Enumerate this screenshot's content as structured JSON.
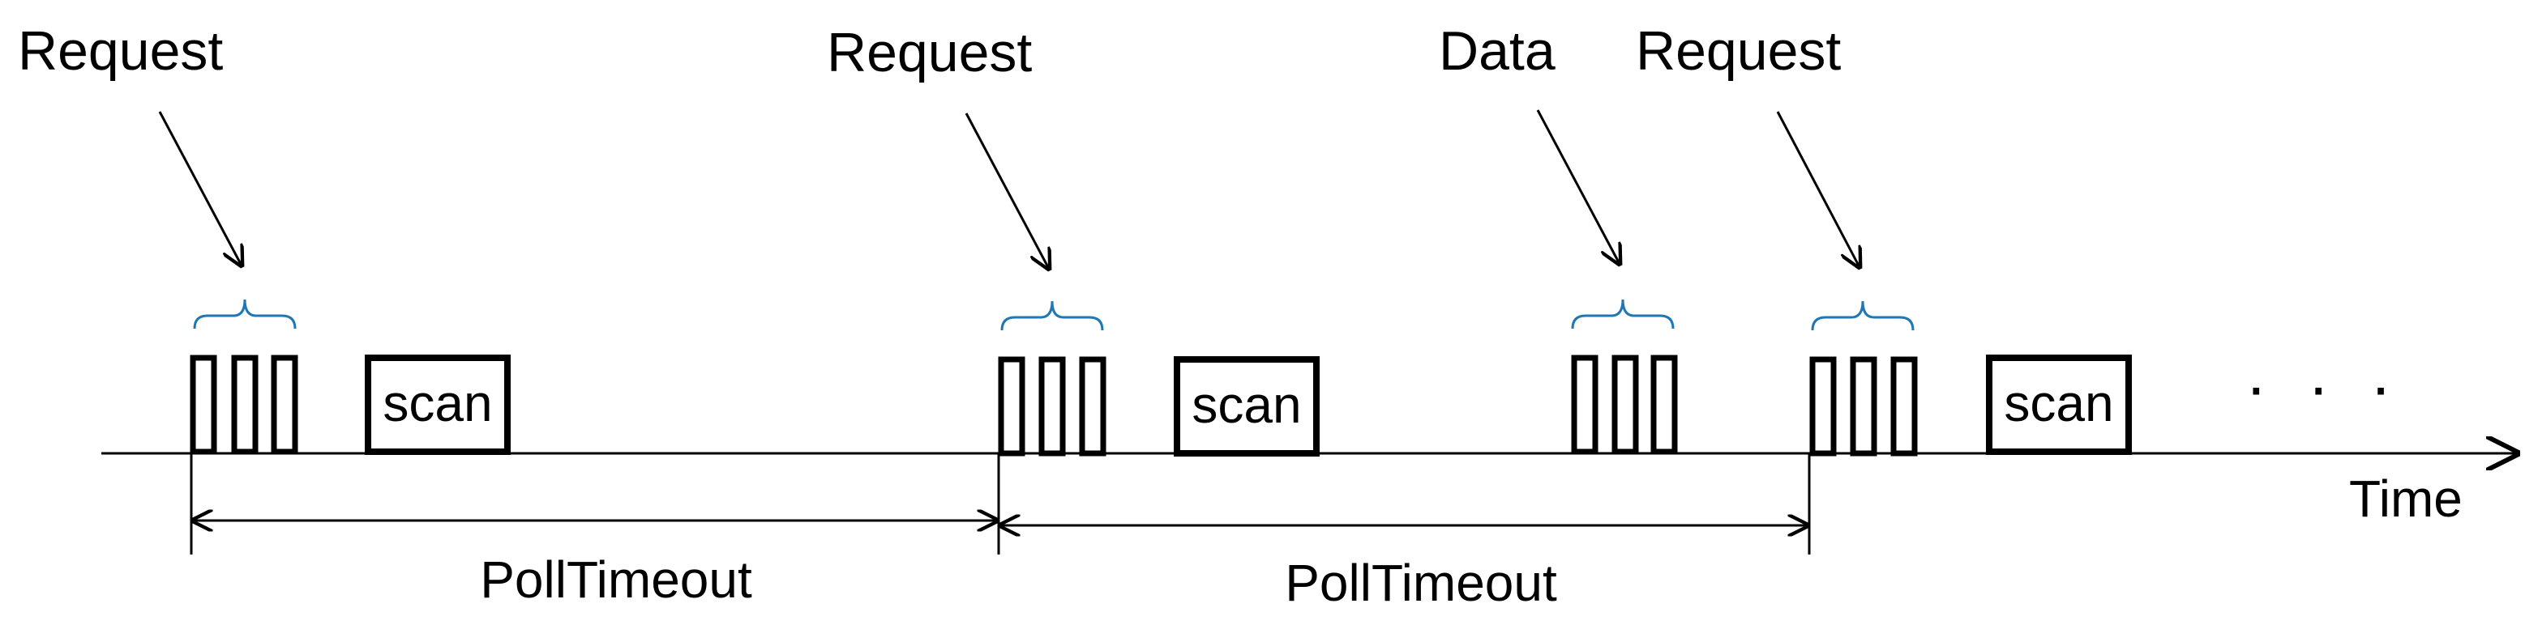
{
  "labels": {
    "request_1": "Request",
    "request_2": "Request",
    "data": "Data",
    "request_3": "Request",
    "scan_1": "scan",
    "scan_2": "scan",
    "scan_3": "scan",
    "ellipsis": "· · ·",
    "time_axis": "Time",
    "poll_timeout_1": "PollTimeout",
    "poll_timeout_2": "PollTimeout"
  },
  "colors": {
    "brace": "#1f77b4",
    "ink": "#000000",
    "background": "#ffffff"
  }
}
